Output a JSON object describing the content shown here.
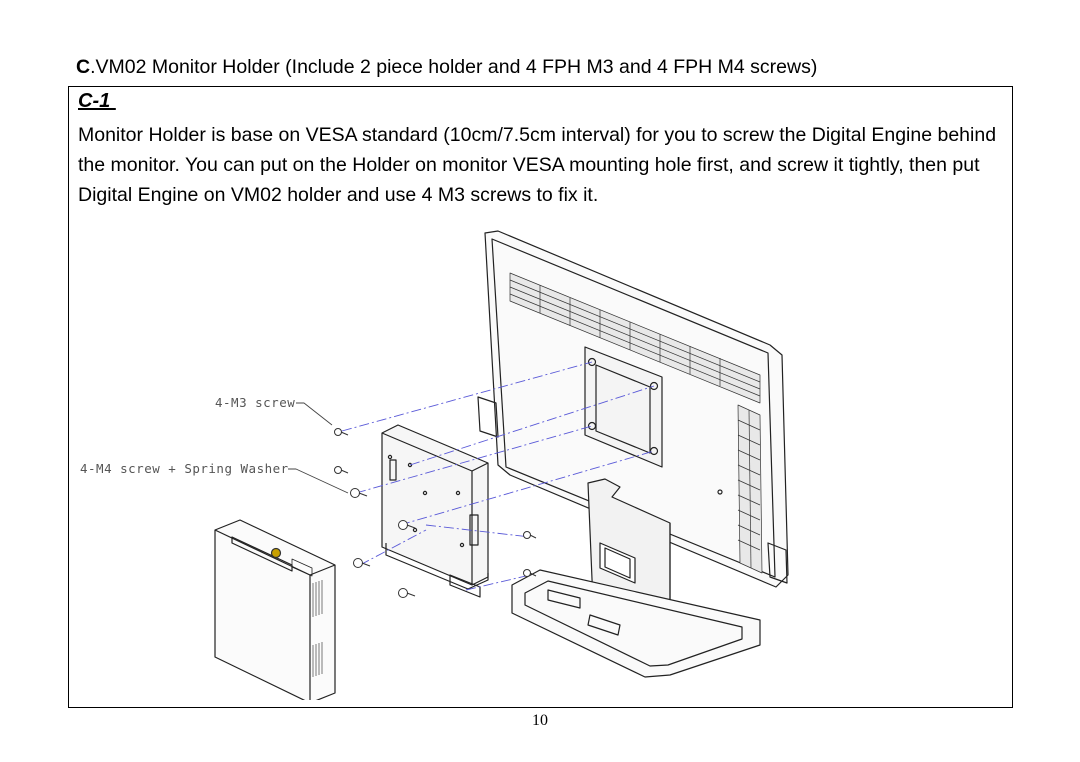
{
  "heading": {
    "prefix": "C",
    "text": ".VM02 Monitor Holder (Include 2 piece holder and 4 FPH M3 and 4 FPH M4 screws)"
  },
  "section": {
    "label": "C-1 ",
    "paragraph": "Monitor Holder is base on VESA standard (10cm/7.5cm interval) for you to screw the Digital Engine behind the monitor. You can put on the Holder on monitor VESA mounting hole first, and screw it tightly, then put Digital Engine on VM02 holder and use 4 M3 screws to fix it."
  },
  "figure": {
    "callout_m3": "4-M3 screw",
    "callout_m4": "4-M4 screw + Spring Washer",
    "button_color": "#c8a000"
  },
  "page_number": "10"
}
